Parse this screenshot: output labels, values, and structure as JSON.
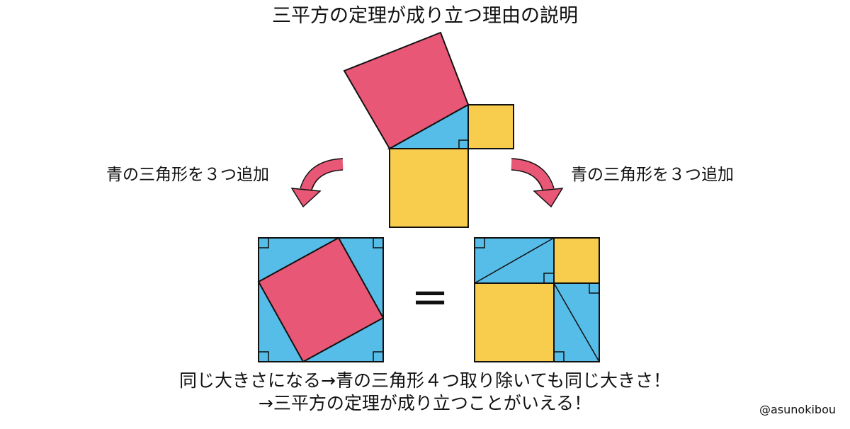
{
  "title": "三平方の定理が成り立つ理由の説明",
  "step_label_left": "青の三角形を３つ追加",
  "step_label_right": "青の三角形を３つ追加",
  "equals_sign": "=",
  "caption_line1": "同じ大きさになる→青の三角形４つ取り除いても同じ大きさ！",
  "caption_line2": "→三平方の定理が成り立つことがいえる！",
  "credit": "@asunokibou",
  "colors": {
    "pink": "#E85775",
    "blue": "#56BCE8",
    "yellow": "#F8CC4C",
    "arrow": "#E85775",
    "stroke": "#111111"
  }
}
